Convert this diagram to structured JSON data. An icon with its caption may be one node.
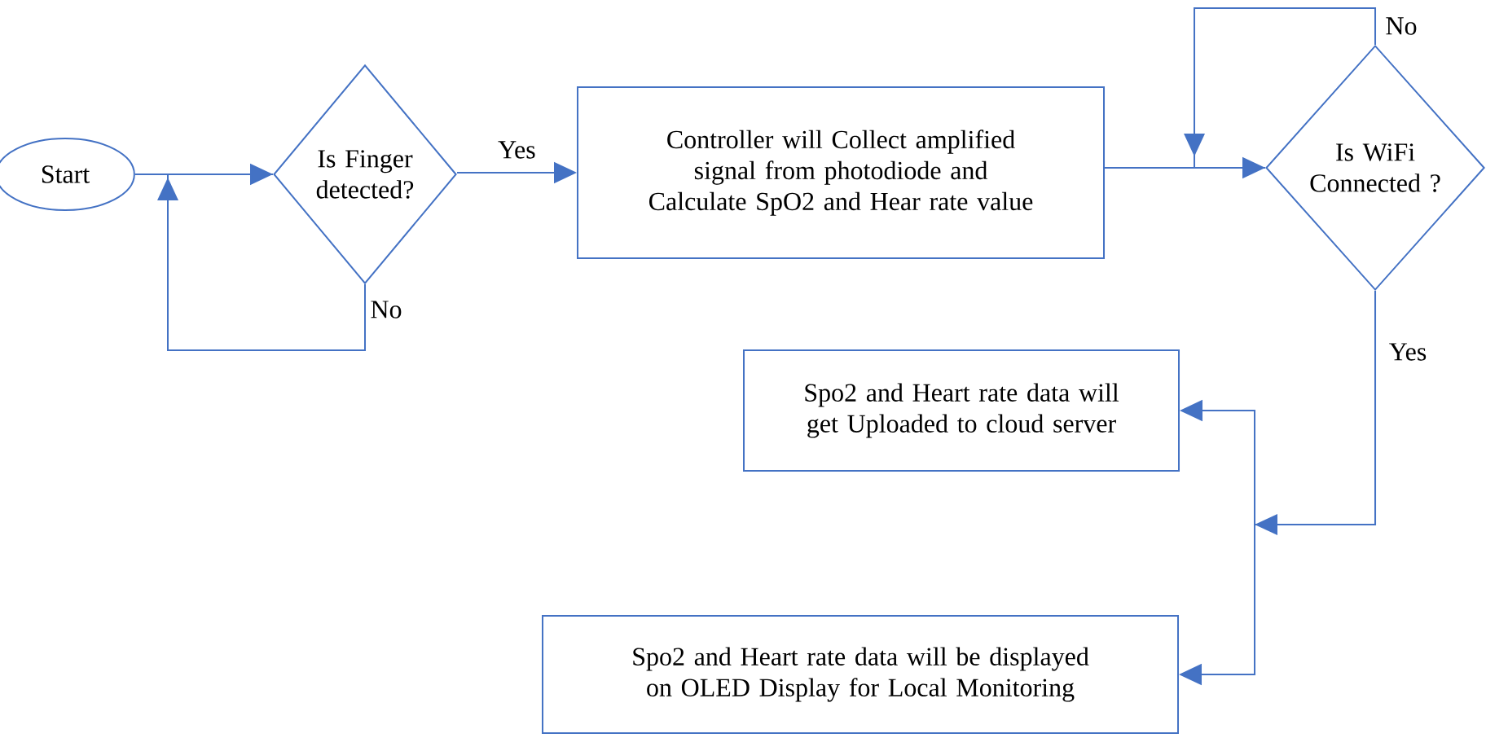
{
  "diagram": {
    "nodes": [
      {
        "text": [
          "Start"
        ]
      },
      {
        "text": [
          "Is Finger detected?"
        ]
      },
      {
        "text": [
          "Controller will Collect  amplified signal from photodiode and Calculate SpO2 and Hear rate value"
        ]
      },
      {
        "text": [
          "Is WiFi Connected ?"
        ]
      },
      {
        "text": [
          "Spo2 and Heart rate data will get Uploaded to cloud server"
        ]
      },
      {
        "text": [
          "Spo2 and Heart rate data will be displayed on OLED Display for Local Monitoring"
        ]
      }
    ],
    "edges": [
      {
        "from": 0,
        "to": 1,
        "arrow": "to"
      },
      {
        "from": 1,
        "to": 1,
        "arrow": "to",
        "label": "No"
      },
      {
        "from": 1,
        "to": 2,
        "arrow": "to",
        "label": "Yes"
      },
      {
        "from": 2,
        "to": 3,
        "arrow": "to"
      },
      {
        "from": 3,
        "to": 3,
        "arrow": "to",
        "label": "No"
      },
      {
        "from": 3,
        "to": 4,
        "arrow": "to",
        "label": "Yes"
      },
      {
        "from": 3,
        "to": 5,
        "arrow": "to"
      }
    ]
  }
}
